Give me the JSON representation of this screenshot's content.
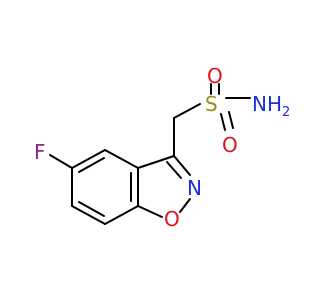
{
  "molecule": {
    "atoms": {
      "fluorine": "F",
      "nitrogen_ring": "N",
      "oxygen_ring": "O",
      "sulfur": "S",
      "oxygen_top": "O",
      "oxygen_bottom": "O",
      "amine": "NH",
      "amine_subscript": "2"
    }
  },
  "colors": {
    "bond": "#000000",
    "fluorine": "#8b2a86",
    "nitrogen": "#1f2fd8",
    "oxygen": "#e0141c",
    "sulfur": "#9a8c1a"
  }
}
